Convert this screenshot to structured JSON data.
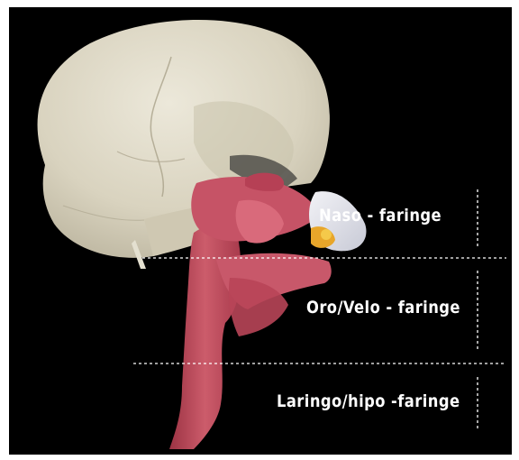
{
  "regions": [
    {
      "id": "nasopharynx",
      "label": "Naso - faringe"
    },
    {
      "id": "oropharynx",
      "label": "Oro/Velo - faringe"
    },
    {
      "id": "laryngopharynx",
      "label": "Laringo/hipo -faringe"
    }
  ],
  "colors": {
    "background": "#000000",
    "skull": "#ddd8c6",
    "muscle": "#c2505f",
    "divider_line": "#ffffff"
  }
}
